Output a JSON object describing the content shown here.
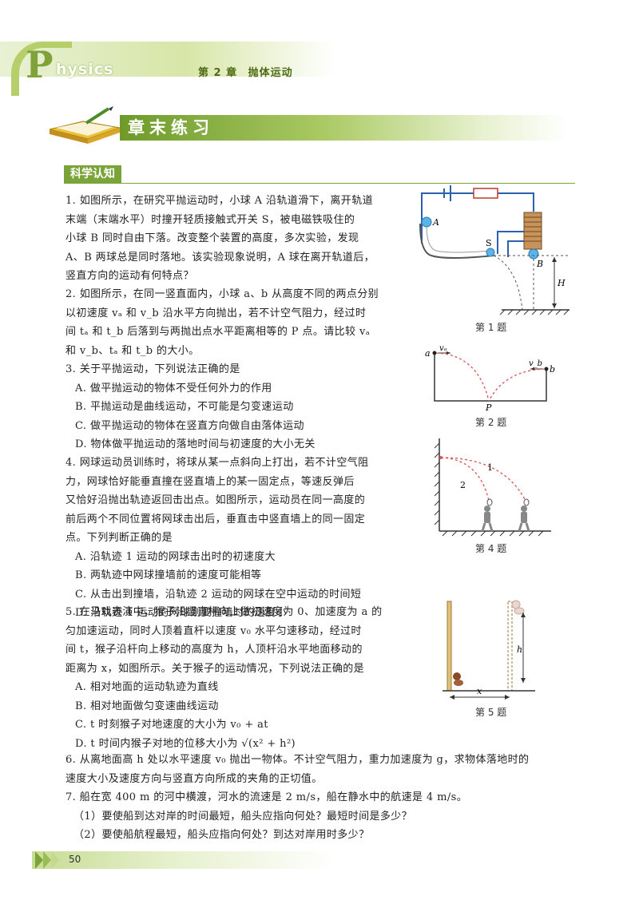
{
  "header": {
    "letter": "P",
    "word": "hysics",
    "chapter_no": "第 2 章",
    "chapter_title": "抛体运动"
  },
  "section": {
    "title": "章末练习"
  },
  "subsection": {
    "title": "科学认知"
  },
  "questions": {
    "q1": [
      "1. 如图所示，在研究平抛运动时，小球 A 沿轨道滑下，离开轨道",
      "末端（末端水平）时撞开轻质接触式开关 S，被电磁铁吸住的",
      "小球 B 同时自由下落。改变整个装置的高度，多次实验，发现",
      "A、B 两球总是同时落地。该实验现象说明，A 球在离开轨道后，",
      "竖直方向的运动有何特点？"
    ],
    "q2": [
      "2. 如图所示，在同一竖直面内，小球 a、b 从高度不同的两点分别",
      "以初速度 vₐ 和 v_b 沿水平方向抛出，若不计空气阻力，经过时",
      "间 tₐ 和 t_b 后落到与两抛出点水平距离相等的 P 点。请比较 vₐ",
      "和 v_b、tₐ 和 t_b 的大小。"
    ],
    "q3": {
      "stem": "3. 关于平抛运动，下列说法正确的是",
      "options": [
        "A. 做平抛运动的物体不受任何外力的作用",
        "B. 平抛运动是曲线运动，不可能是匀变速运动",
        "C. 做平抛运动的物体在竖直方向做自由落体运动",
        "D. 物体做平抛运动的落地时间与初速度的大小无关"
      ]
    },
    "q4": {
      "stem": [
        "4. 网球运动员训练时，将球从某一点斜向上打出，若不计空气阻",
        "力，网球恰好能垂直撞在竖直墙上的某一固定点，等速反弹后",
        "又恰好沿抛出轨迹返回击出点。如图所示，运动员在同一高度的",
        "前后两个不同位置将网球击出后，垂直击中竖直墙上的同一固定",
        "点。下列判断正确的是"
      ],
      "options": [
        "A. 沿轨迹 1 运动的网球击出时的初速度大",
        "B. 两轨迹中网球撞墙前的速度可能相等",
        "C. 从击出到撞墙，沿轨迹 2 运动的网球在空中运动的时间短",
        "D. 沿轨迹 1 运动的网球刚要撞墙时的速度小"
      ]
    },
    "q5": {
      "stem": [
        "5. 在马戏表演中，猴子沿竖直杆向上做初速度为 0、加速度为 a 的",
        "匀加速运动，同时人顶着直杆以速度 v₀ 水平匀速移动，经过时",
        "间 t，猴子沿杆向上移动的高度为 h，人顶杆沿水平地面移动的",
        "距离为 x，如图所示。关于猴子的运动情况，下列说法正确的是"
      ],
      "options": [
        "A. 相对地面的运动轨迹为直线",
        "B. 相对地面做匀变速曲线运动",
        "C. t 时刻猴子对地速度的大小为 v₀ + at",
        "D. t 时间内猴子对地的位移大小为 √(x² + h²)"
      ]
    },
    "q6": [
      "6. 从离地面高 h 处以水平速度 v₀ 抛出一物体。不计空气阻力，重力加速度为 g，求物体落地时的",
      "速度大小及速度方向与竖直方向所成的夹角的正切值。"
    ],
    "q7": {
      "stem": "7. 船在宽 400 m 的河中横渡，河水的流速是 2 m/s，船在静水中的航速是 4 m/s。",
      "subs": [
        "（1）要使船到达对岸的时间最短，船头应指向何处？最短时间是多少？",
        "（2）要使船航程最短，船头应指向何处？到达对岸用时多少？"
      ]
    }
  },
  "figures": {
    "fig1": {
      "caption": "第 1 题",
      "labels": {
        "A": "A",
        "B": "B",
        "S": "S",
        "H": "H"
      }
    },
    "fig2": {
      "caption": "第 2 题",
      "labels": {
        "a": "a",
        "b": "b",
        "va": "vₐ",
        "vb": "v_b",
        "P": "P"
      }
    },
    "fig4": {
      "caption": "第 4 题",
      "labels": {
        "t1": "1",
        "t2": "2"
      }
    },
    "fig5": {
      "caption": "第 5 题",
      "labels": {
        "h": "h",
        "x": "x"
      }
    }
  },
  "footer": {
    "page": "50"
  },
  "colors": {
    "accent": "#7aa33a",
    "trajectory": "#d9534f"
  }
}
